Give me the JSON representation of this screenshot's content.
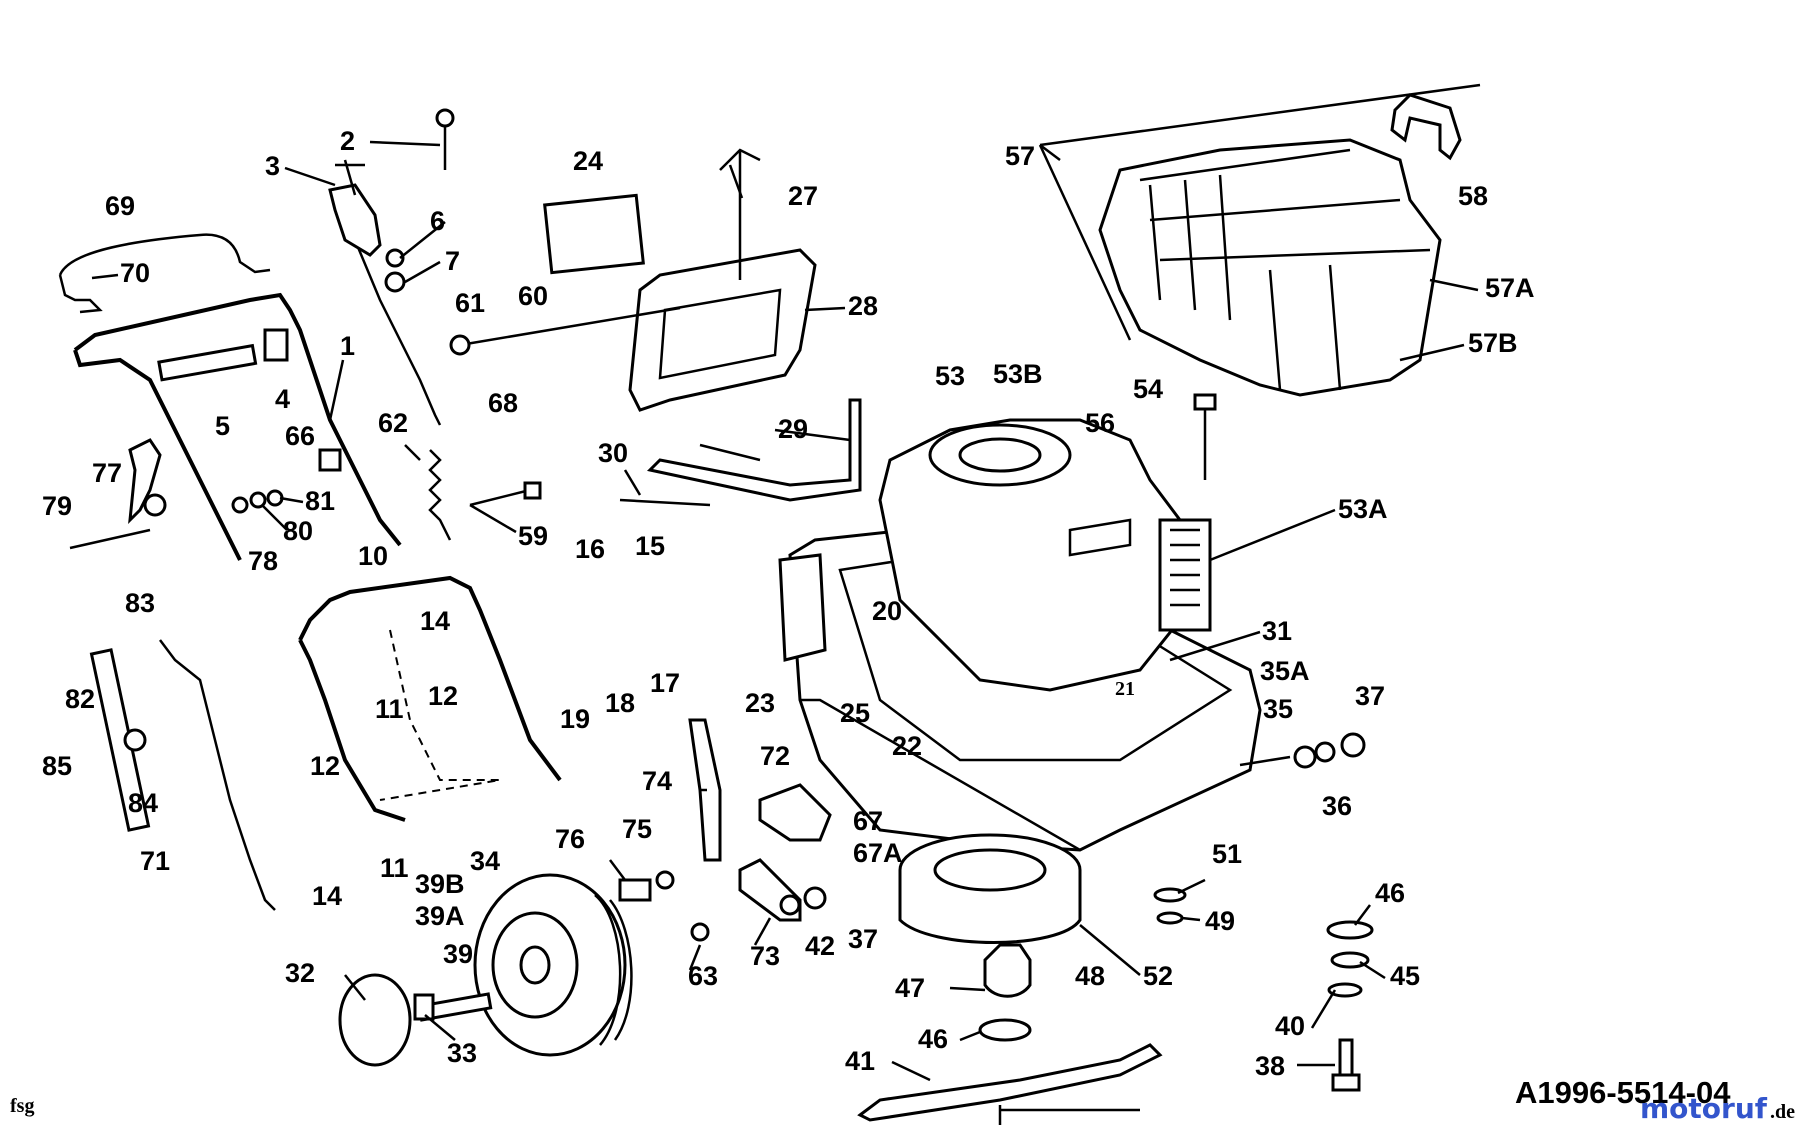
{
  "labels": {
    "1": "1",
    "2": "2",
    "3": "3",
    "4": "4",
    "5": "5",
    "6": "6",
    "7": "7",
    "10": "10",
    "11a": "11",
    "11b": "11",
    "12a": "12",
    "12b": "12",
    "14a": "14",
    "14b": "14",
    "15": "15",
    "16": "16",
    "17": "17",
    "18": "18",
    "19": "19",
    "20": "20",
    "21": "21",
    "22": "22",
    "23": "23",
    "24": "24",
    "25": "25",
    "27": "27",
    "28": "28",
    "29": "29",
    "30": "30",
    "31": "31",
    "32": "32",
    "33": "33",
    "34": "34",
    "35": "35",
    "35A": "35A",
    "36": "36",
    "37a": "37",
    "37b": "37",
    "38": "38",
    "39": "39",
    "39A": "39A",
    "39B": "39B",
    "40": "40",
    "41": "41",
    "42": "42",
    "45": "45",
    "46a": "46",
    "46b": "46",
    "47": "47",
    "48": "48",
    "49": "49",
    "51": "51",
    "52": "52",
    "53": "53",
    "53A": "53A",
    "53B": "53B",
    "54": "54",
    "56": "56",
    "57": "57",
    "57A": "57A",
    "57B": "57B",
    "58": "58",
    "59": "59",
    "60": "60",
    "61": "61",
    "62": "62",
    "63": "63",
    "66": "66",
    "67": "67",
    "67A": "67A",
    "68": "68",
    "69": "69",
    "70": "70",
    "71": "71",
    "72": "72",
    "73": "73",
    "74": "74",
    "75": "75",
    "76": "76",
    "77": "77",
    "78": "78",
    "79": "79",
    "80": "80",
    "81": "81",
    "82": "82",
    "83": "83",
    "84": "84",
    "85": "85"
  },
  "footer": {
    "left_code": "fsg",
    "diagram_code": "A1996-5514-04",
    "watermark": "motoruf",
    "watermark_suffix": ".de"
  },
  "colors": {
    "watermark_blue": "#3355cc",
    "watermark_orange": "#e08020"
  }
}
